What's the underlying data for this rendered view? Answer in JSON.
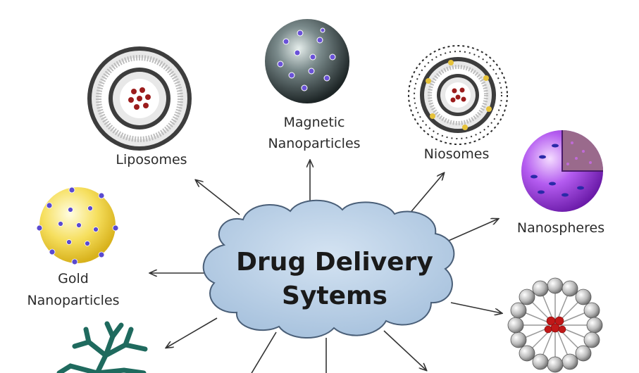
{
  "center": {
    "line1": "Drug Delivery",
    "line2": "Sytems"
  },
  "nodes": {
    "liposomes": "Liposomes",
    "magnetic_line1": "Magnetic",
    "magnetic_line2": "Nanoparticles",
    "niosomes": "Niosomes",
    "nanospheres": "Nanospheres",
    "gold_line1": "Gold",
    "gold_line2": "Nanoparticles"
  },
  "colors": {
    "cloud_fill": "#b8cfe6",
    "cloud_stroke": "#4a5f78",
    "arrow": "#333333",
    "gold": "#f3dc5a",
    "magnetic": "#3a4a4c",
    "nanosphere": "#a04ae0",
    "dendrimer": "#1f6a5e",
    "drug_core": "#c01818"
  }
}
